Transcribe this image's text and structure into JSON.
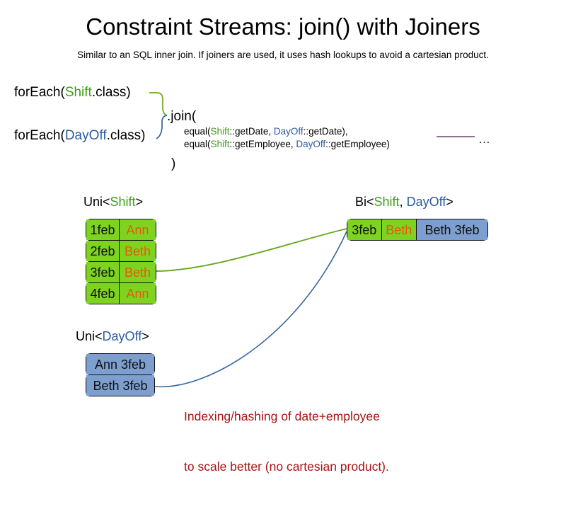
{
  "header": {
    "title": "Constraint Streams: join() with Joiners",
    "subtitle": "Similar to an SQL inner join. If joiners are used, it uses hash lookups to avoid a cartesian product."
  },
  "code": {
    "foreach_shift": {
      "prefix": "forEach(",
      "type": "Shift",
      "suffix": ".class)"
    },
    "foreach_dayoff": {
      "prefix": "forEach(",
      "type": "DayOff",
      "suffix": ".class)"
    },
    "join_open": ".join(",
    "join_close": ")",
    "ellipsis": "…",
    "joiner_date": {
      "prefix": "equal(",
      "left_type": "Shift",
      "left_method": "::getDate, ",
      "right_type": "DayOff",
      "right_method": "::getDate),"
    },
    "joiner_employee": {
      "prefix": "equal(",
      "left_type": "Shift",
      "left_method": "::getEmployee, ",
      "right_type": "DayOff",
      "right_method": "::getEmployee)"
    }
  },
  "labels": {
    "uni_shift": {
      "prefix": "Uni<",
      "type": "Shift",
      "suffix": ">"
    },
    "uni_dayoff": {
      "prefix": "Uni<",
      "type": "DayOff",
      "suffix": ">"
    },
    "bi": {
      "prefix": "Bi<",
      "type_a": "Shift",
      "middle": ", ",
      "type_b": "DayOff",
      "suffix": ">"
    }
  },
  "streams": {
    "uni_shift_rows": [
      {
        "date": "1feb",
        "employee": "Ann"
      },
      {
        "date": "2feb",
        "employee": "Beth"
      },
      {
        "date": "3feb",
        "employee": "Beth"
      },
      {
        "date": "4feb",
        "employee": "Ann"
      }
    ],
    "uni_dayoff_rows": [
      {
        "value": "Ann 3feb"
      },
      {
        "value": "Beth 3feb"
      }
    ],
    "bi_row": {
      "date": "3feb",
      "employee": "Beth",
      "dayoff": "Beth 3feb"
    }
  },
  "caption": {
    "line1": "Indexing/hashing of date+employee",
    "line2": "to scale better (no cartesian product)."
  },
  "colors": {
    "shift_green": "#3f9d1c",
    "dayoff_blue": "#2c5aa0",
    "box_green": "#7ed320",
    "box_blue": "#7d9fd0",
    "employee_orange": "#e8590c",
    "caption_red": "#a61414",
    "connector_green": "#6aa81e",
    "connector_blue": "#36679e",
    "ellipsis_line_purple": "#7d5b83"
  }
}
